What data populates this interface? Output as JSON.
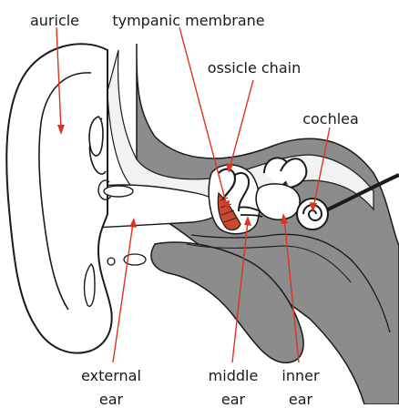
{
  "labels": {
    "auricle": "auricle",
    "tympanic_membrane": "tympanic membrane",
    "ossicle_chain": "ossicle chain",
    "cochlea": "cochlea",
    "external": "external",
    "middle": "middle",
    "inner": "inner",
    "ear_external": "ear",
    "ear_middle": "ear",
    "ear_inner": "ear"
  },
  "colors": {
    "leader_line": "#e0331f",
    "outline": "#1a1a1a",
    "tissue_gray": "#8c8c8c"
  }
}
